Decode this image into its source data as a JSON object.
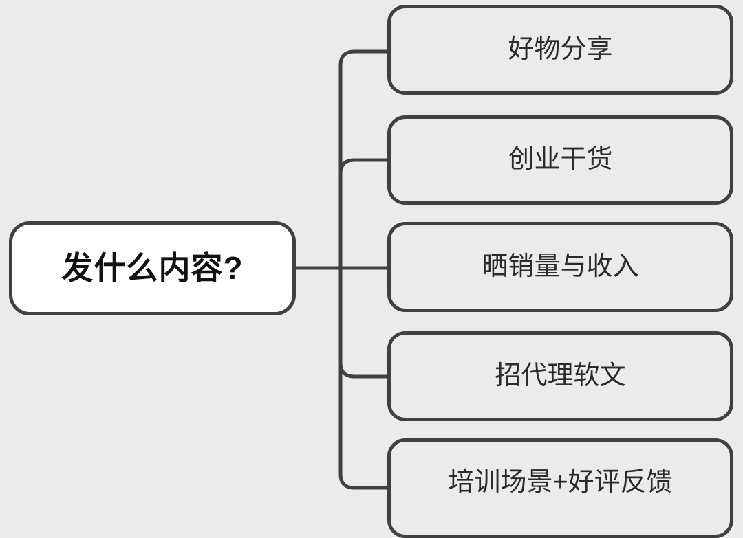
{
  "diagram": {
    "type": "mind-map",
    "title": "发什么内容?",
    "background_color": "#ebebeb",
    "stroke_color": "#404040",
    "root": {
      "label": "发什么内容?",
      "fill_color": "#ffffff",
      "text_color": "#111111"
    },
    "branches": [
      {
        "label": "好物分享",
        "fill_color": "#ebebeb"
      },
      {
        "label": "创业干货",
        "fill_color": "#ebebeb"
      },
      {
        "label": "晒销量与收入",
        "fill_color": "#ebebeb"
      },
      {
        "label": "招代理软文",
        "fill_color": "#ebebeb"
      },
      {
        "label": "培训场景+好评反馈",
        "fill_color": "#ebebeb"
      }
    ]
  }
}
